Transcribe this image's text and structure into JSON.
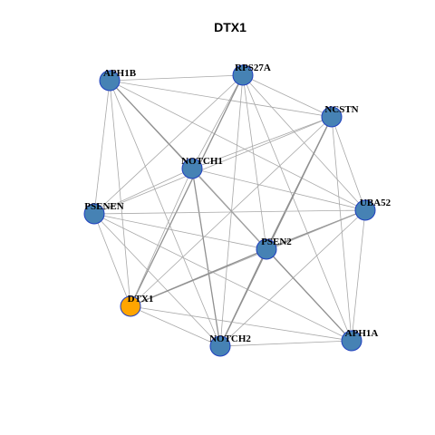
{
  "title": "DTX1",
  "colors": {
    "default_node": "#4682b4",
    "focus_node": "#ffa500",
    "node_border": "#1f3fbf",
    "edge": "#a8a8a8"
  },
  "nodes": [
    {
      "id": "APH1B",
      "label": "APH1B",
      "focus": false
    },
    {
      "id": "RPS27A",
      "label": "RPS27A",
      "focus": false
    },
    {
      "id": "NCSTN",
      "label": "NCSTN",
      "focus": false
    },
    {
      "id": "NOTCH1",
      "label": "NOTCH1",
      "focus": false
    },
    {
      "id": "UBA52",
      "label": "UBA52",
      "focus": false
    },
    {
      "id": "PSENEN",
      "label": "PSENEN",
      "focus": false
    },
    {
      "id": "PSEN2",
      "label": "PSEN2",
      "focus": false
    },
    {
      "id": "DTX1",
      "label": "DTX1",
      "focus": true
    },
    {
      "id": "APH1A",
      "label": "APH1A",
      "focus": false
    },
    {
      "id": "NOTCH2",
      "label": "NOTCH2",
      "focus": false
    }
  ],
  "edges": [
    [
      "APH1B",
      "RPS27A"
    ],
    [
      "APH1B",
      "NCSTN"
    ],
    [
      "APH1B",
      "UBA52"
    ],
    [
      "APH1B",
      "PSEN2"
    ],
    [
      "APH1B",
      "DTX1"
    ],
    [
      "APH1B",
      "NOTCH2"
    ],
    [
      "APH1B",
      "APH1A"
    ],
    [
      "APH1B",
      "PSENEN"
    ],
    [
      "APH1B",
      "NOTCH1"
    ],
    [
      "RPS27A",
      "NCSTN"
    ],
    [
      "RPS27A",
      "NOTCH1"
    ],
    [
      "RPS27A",
      "UBA52"
    ],
    [
      "RPS27A",
      "PSENEN"
    ],
    [
      "RPS27A",
      "PSEN2"
    ],
    [
      "RPS27A",
      "DTX1"
    ],
    [
      "RPS27A",
      "NOTCH2"
    ],
    [
      "RPS27A",
      "APH1A"
    ],
    [
      "NCSTN",
      "NOTCH1"
    ],
    [
      "NCSTN",
      "UBA52"
    ],
    [
      "NCSTN",
      "PSENEN"
    ],
    [
      "NCSTN",
      "PSEN2"
    ],
    [
      "NCSTN",
      "DTX1"
    ],
    [
      "NCSTN",
      "NOTCH2"
    ],
    [
      "NCSTN",
      "APH1A"
    ],
    [
      "NOTCH1",
      "UBA52"
    ],
    [
      "NOTCH1",
      "PSENEN"
    ],
    [
      "NOTCH1",
      "PSEN2"
    ],
    [
      "NOTCH1",
      "DTX1"
    ],
    [
      "NOTCH1",
      "NOTCH2"
    ],
    [
      "NOTCH1",
      "APH1A"
    ],
    [
      "UBA52",
      "PSENEN"
    ],
    [
      "UBA52",
      "PSEN2"
    ],
    [
      "UBA52",
      "DTX1"
    ],
    [
      "UBA52",
      "NOTCH2"
    ],
    [
      "UBA52",
      "APH1A"
    ],
    [
      "PSENEN",
      "PSEN2"
    ],
    [
      "PSENEN",
      "DTX1"
    ],
    [
      "PSENEN",
      "NOTCH2"
    ],
    [
      "PSENEN",
      "APH1A"
    ],
    [
      "PSEN2",
      "DTX1"
    ],
    [
      "PSEN2",
      "NOTCH2"
    ],
    [
      "PSEN2",
      "APH1A"
    ],
    [
      "DTX1",
      "NOTCH2"
    ],
    [
      "DTX1",
      "APH1A"
    ],
    [
      "NOTCH2",
      "APH1A"
    ]
  ]
}
